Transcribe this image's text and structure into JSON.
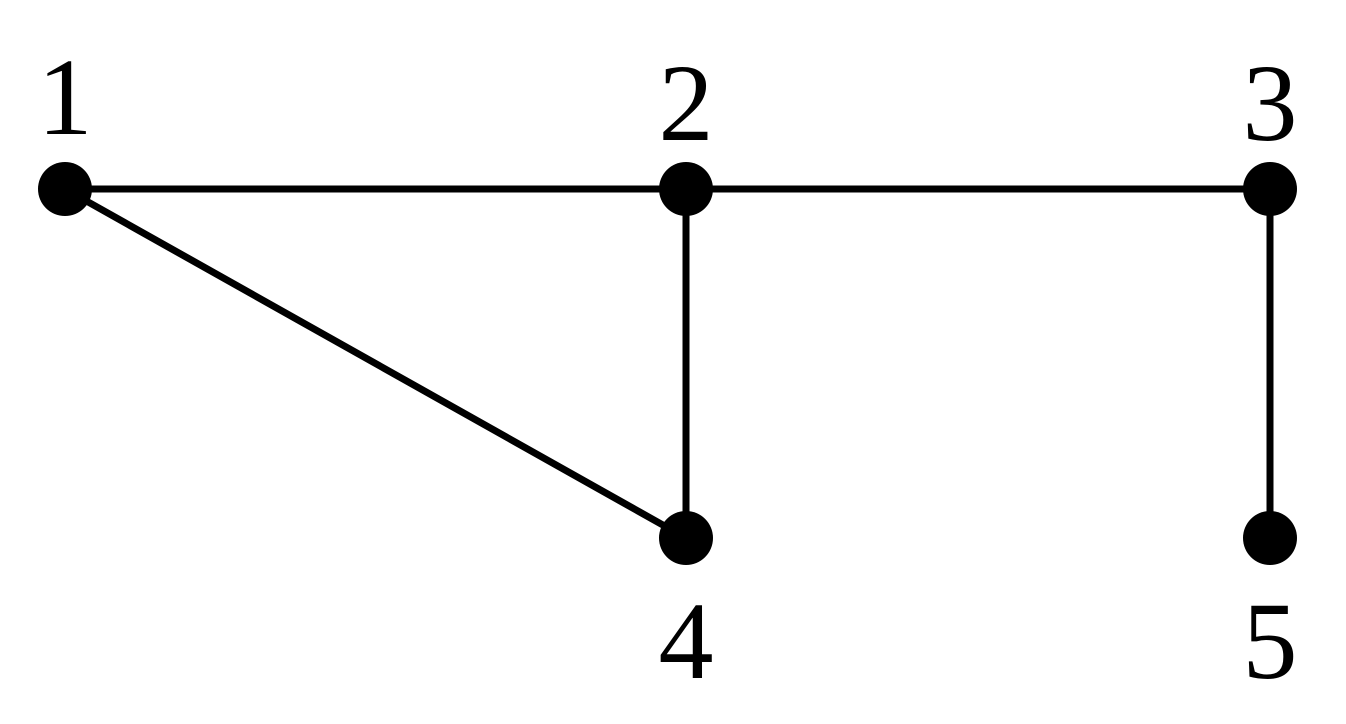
{
  "graph": {
    "nodes": [
      {
        "id": "1",
        "label": "1"
      },
      {
        "id": "2",
        "label": "2"
      },
      {
        "id": "3",
        "label": "3"
      },
      {
        "id": "4",
        "label": "4"
      },
      {
        "id": "5",
        "label": "5"
      }
    ],
    "edges": [
      {
        "from": "1",
        "to": "2"
      },
      {
        "from": "2",
        "to": "3"
      },
      {
        "from": "1",
        "to": "4"
      },
      {
        "from": "2",
        "to": "4"
      },
      {
        "from": "3",
        "to": "5"
      }
    ],
    "colors": {
      "node": "#000000",
      "edge": "#000000",
      "background": "#ffffff"
    }
  }
}
